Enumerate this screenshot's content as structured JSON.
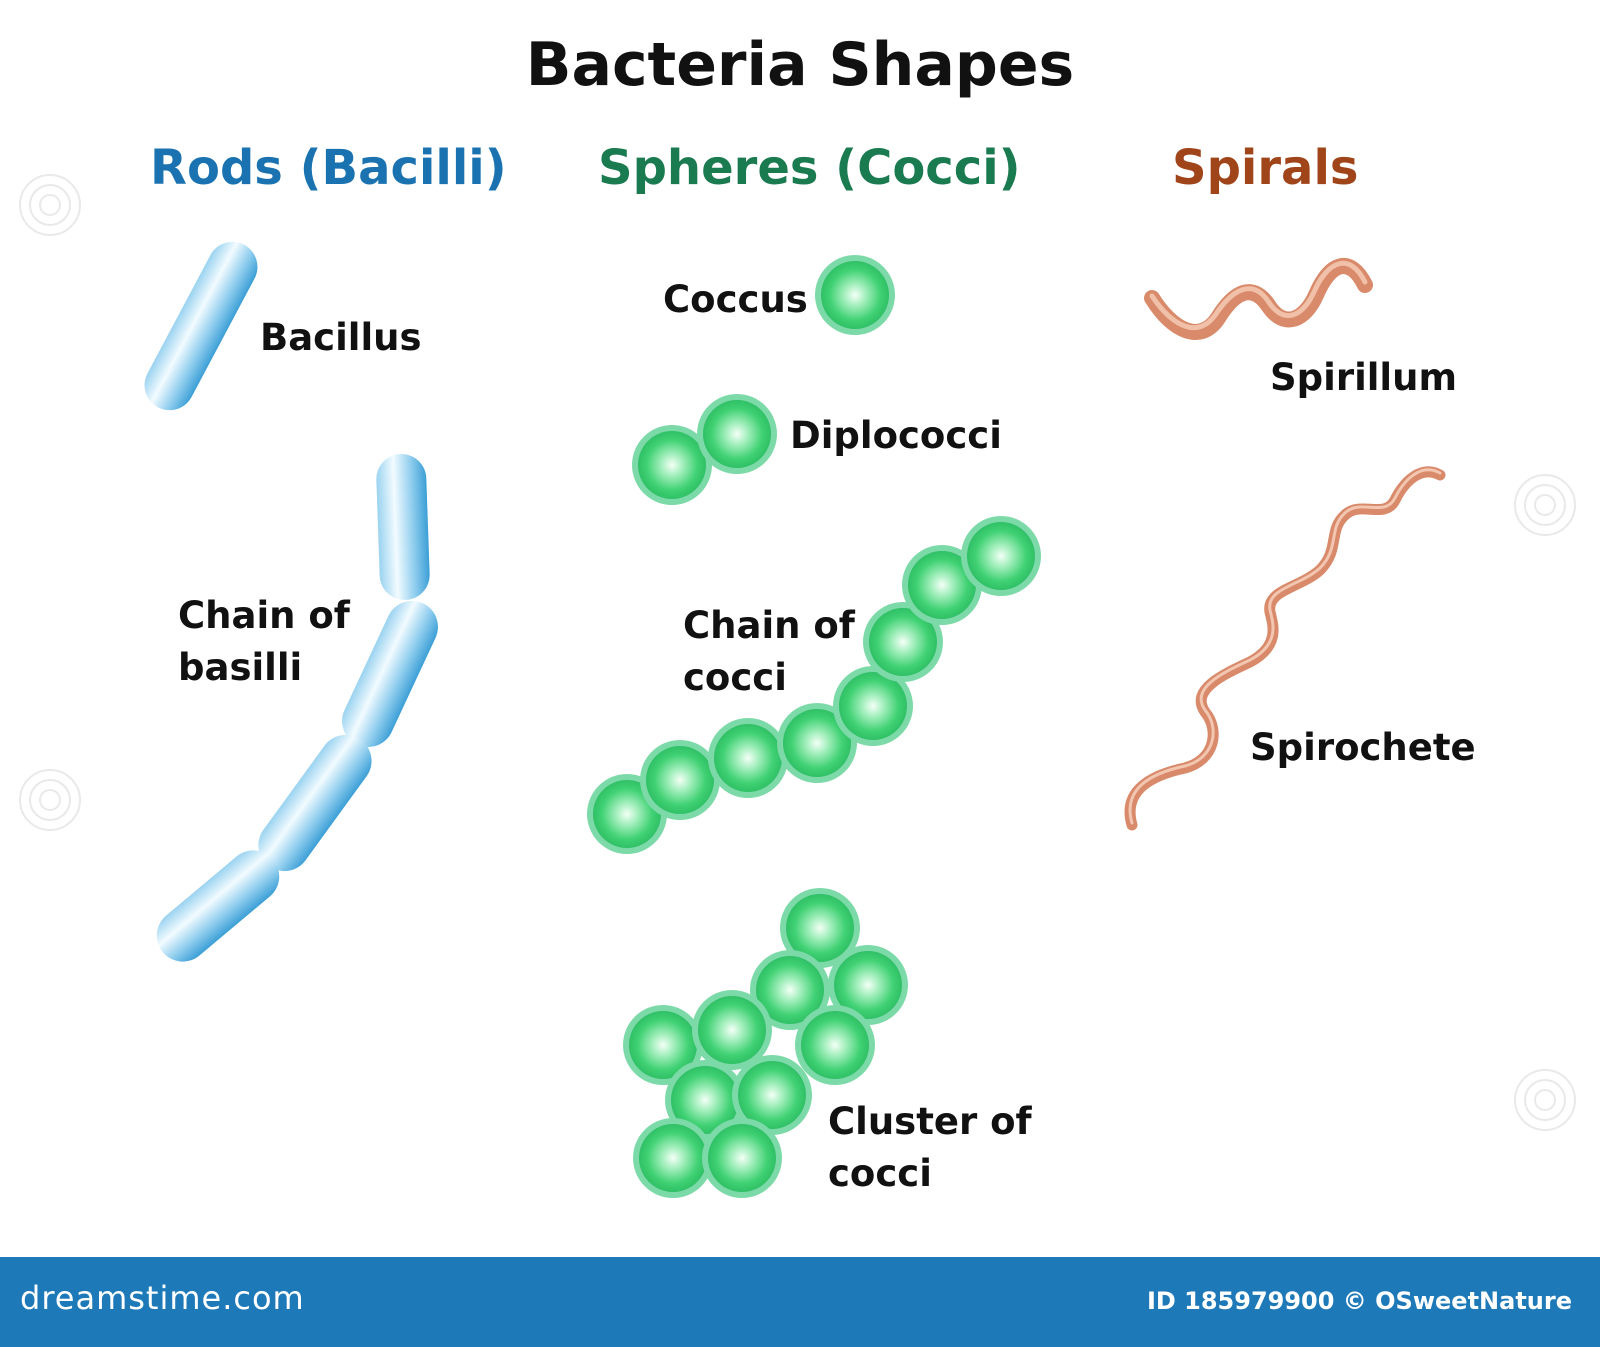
{
  "title": "Bacteria Shapes",
  "columns": {
    "rods": {
      "heading": "Rods (Bacilli)",
      "color": "#1a73b0",
      "items": {
        "bacillus": "Bacillus",
        "chain_line1": "Chain of",
        "chain_line2": "basilli"
      }
    },
    "spheres": {
      "heading": "Spheres (Cocci)",
      "color": "#1a7a50",
      "items": {
        "coccus": "Coccus",
        "diplococci": "Diplococci",
        "chain_line1": "Chain of",
        "chain_line2": "cocci",
        "cluster_line1": "Cluster of",
        "cluster_line2": "cocci"
      }
    },
    "spirals": {
      "heading": "Spirals",
      "color": "#a0441a",
      "items": {
        "spirillum": "Spirillum",
        "spirochete": "Spirochete"
      }
    }
  },
  "colors": {
    "rod_light": "#e8f6fd",
    "rod_dark": "#5ab4e0",
    "coccus_center": "#f2fff6",
    "coccus_fill": "#3fcf73",
    "coccus_ring": "#6fd6a0",
    "spiral": "#d98a6a",
    "footer_bg": "#1d79b7"
  },
  "footer": {
    "brand": "dreamstime.com",
    "id_text": "ID 185979900 © OSweetNature"
  }
}
